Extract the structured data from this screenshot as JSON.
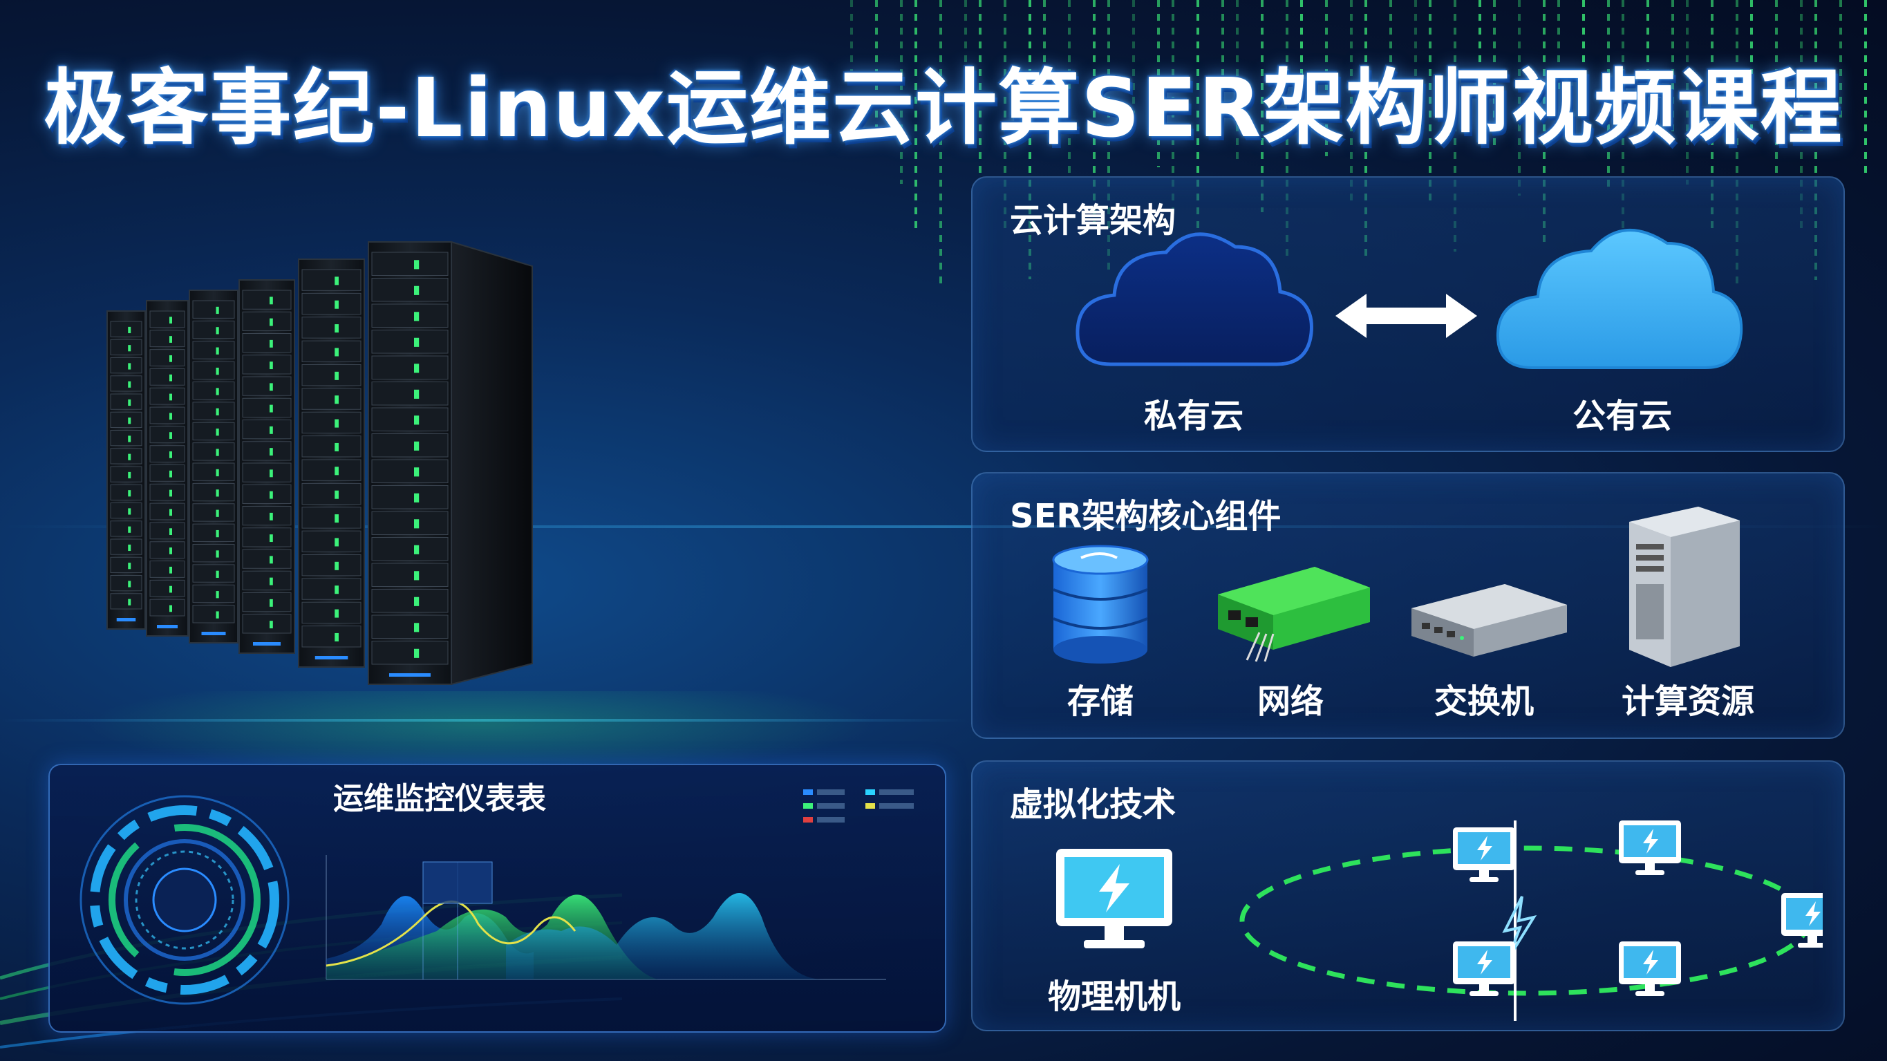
{
  "title": "极客事纪-Linux运维云计算SER架构师视频课程",
  "cloud_panel": {
    "title": "云计算架构",
    "private_label": "私有云",
    "public_label": "公有云"
  },
  "components_panel": {
    "title": "SER架构核心组件",
    "items": [
      "存储",
      "网络",
      "交换机",
      "计算资源"
    ]
  },
  "virtualization_panel": {
    "title": "虚拟化技术",
    "physical_label": "物理机机"
  },
  "dashboard": {
    "title": "运维监控仪表表"
  },
  "colors": {
    "accent_green": "#3cf27a",
    "accent_blue": "#3aa0ff",
    "private_cloud": "#0f3a9a",
    "public_cloud": "#3ab4f2"
  }
}
